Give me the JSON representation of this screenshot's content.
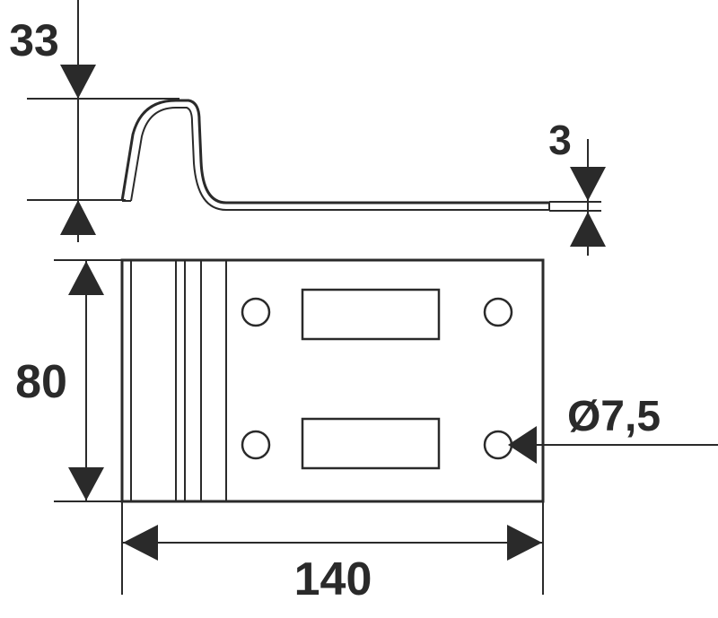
{
  "dimensions": {
    "height_label": "33",
    "thickness_label": "3",
    "width_label": "80",
    "hole_diameter_label": "Ø7,5",
    "length_label": "140"
  },
  "colors": {
    "ink": "#2a2a2a",
    "background": "#ffffff"
  }
}
